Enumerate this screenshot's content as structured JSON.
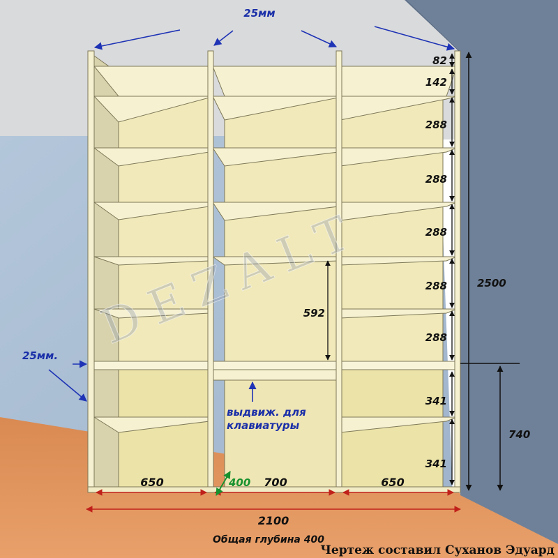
{
  "labels": {
    "panel_thickness_top": "25мм",
    "panel_thickness_left": "25мм.",
    "total_height": "2500",
    "desk_height": "740",
    "total_width": "2100",
    "depth_note": "Общая глубина 400",
    "depth_value": "400",
    "keyboard_note_line1": "выдвиж. для",
    "keyboard_note_line2": "клавиатуры",
    "signature": "Чертеж составил Суханов Эдуард",
    "watermark": "DEZALT",
    "h_82": "82",
    "h_142": "142",
    "h_288_1": "288",
    "h_288_2": "288",
    "h_288_3": "288",
    "h_288_4": "288",
    "h_288_5": "288",
    "h_341_1": "341",
    "h_341_2": "341",
    "h_592": "592",
    "w_650_left": "650",
    "w_700": "700",
    "w_650_right": "650"
  },
  "colors": {
    "ceiling": "#d9dadc",
    "wall_back": "#a9bdd3",
    "wall_right": "#6b7d94",
    "floor": "#e3925a",
    "panel": "#f6f1d0",
    "panel_shade": "#d9d3ad",
    "interior": "#ece3a8",
    "arrow_blue": "#1e33b5",
    "arrow_red": "#c0201a",
    "arrow_green": "#16912e",
    "dim_black": "#111111"
  }
}
